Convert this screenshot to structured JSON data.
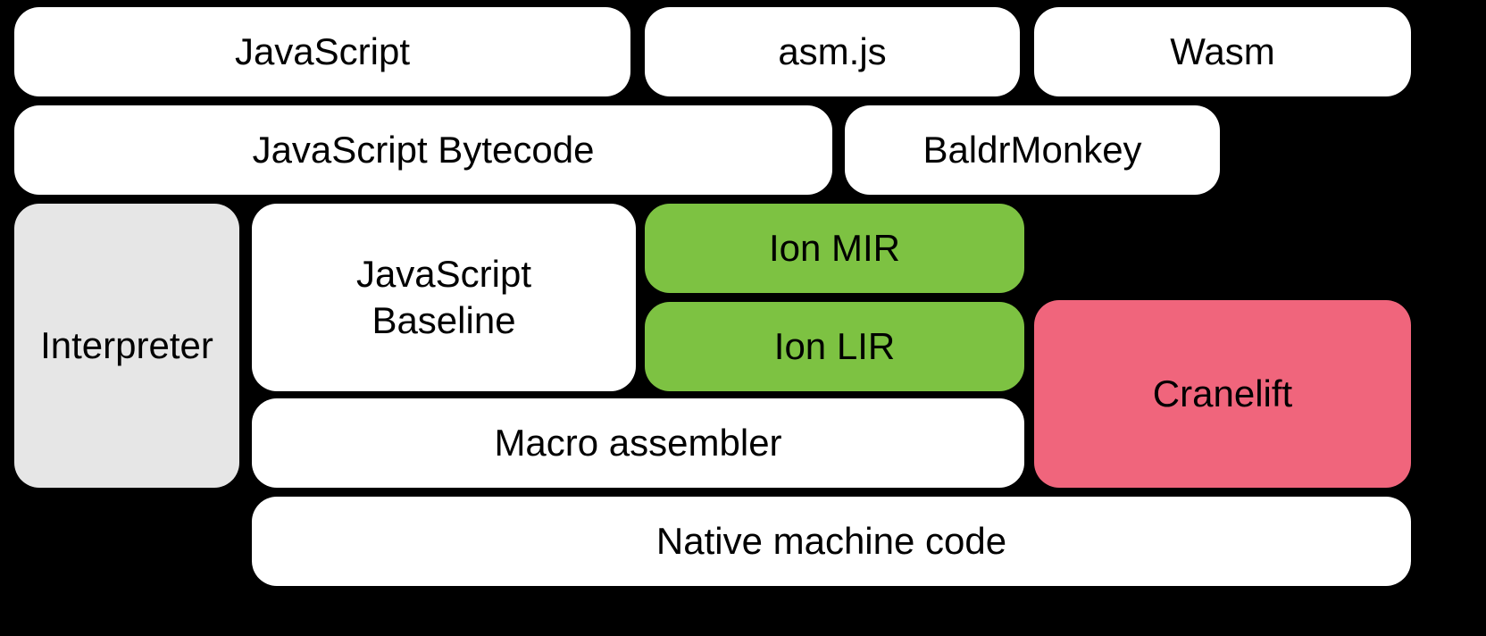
{
  "diagram": {
    "boxes": {
      "javascript": {
        "label": "JavaScript"
      },
      "asmjs": {
        "label": "asm.js"
      },
      "wasm": {
        "label": "Wasm"
      },
      "js_bytecode": {
        "label": "JavaScript Bytecode"
      },
      "baldrmonkey": {
        "label": "BaldrMonkey"
      },
      "interpreter": {
        "label": "Interpreter"
      },
      "js_baseline": {
        "label": "JavaScript\nBaseline"
      },
      "ion_mir": {
        "label": "Ion MIR"
      },
      "ion_lir": {
        "label": "Ion LIR"
      },
      "cranelift": {
        "label": "Cranelift"
      },
      "macro_assembler": {
        "label": "Macro assembler"
      },
      "native_code": {
        "label": "Native machine code"
      }
    },
    "colors": {
      "background": "#000000",
      "box_default": "#ffffff",
      "interpreter_gray": "#e6e6e6",
      "ion_green": "#7dc242",
      "cranelift_pink": "#f0657c",
      "text": "#000000"
    }
  }
}
